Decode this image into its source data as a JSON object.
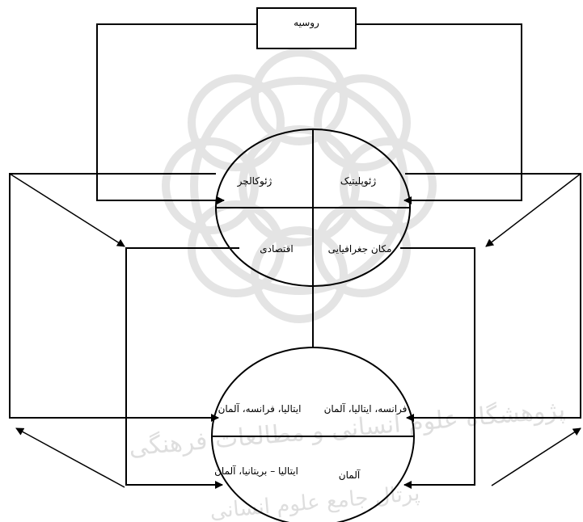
{
  "top_box": {
    "label": "روسیه"
  },
  "upper_circle": {
    "top_left": "ژئوکالچر",
    "top_right": "ژئوپلیتیک",
    "bottom_left": "اقتصادی",
    "bottom_right": "مکان جغرافیایی"
  },
  "lower_circle": {
    "top_left": "ایتالیا، فرانسه، آلمان",
    "top_right": "فرانسه، ایتالیا، آلمان",
    "bottom_left": "ایتالیا – بریتانیا، آلمان",
    "bottom_right": "آلمان"
  },
  "watermark": {
    "line1": "پژوهشگاه علوم انسانی و مطالعات فرهنگی",
    "line2": "پرتال جامع علوم انسانی"
  },
  "colors": {
    "line": "#000000",
    "background": "#ffffff",
    "watermark": "#d9d9d9"
  }
}
